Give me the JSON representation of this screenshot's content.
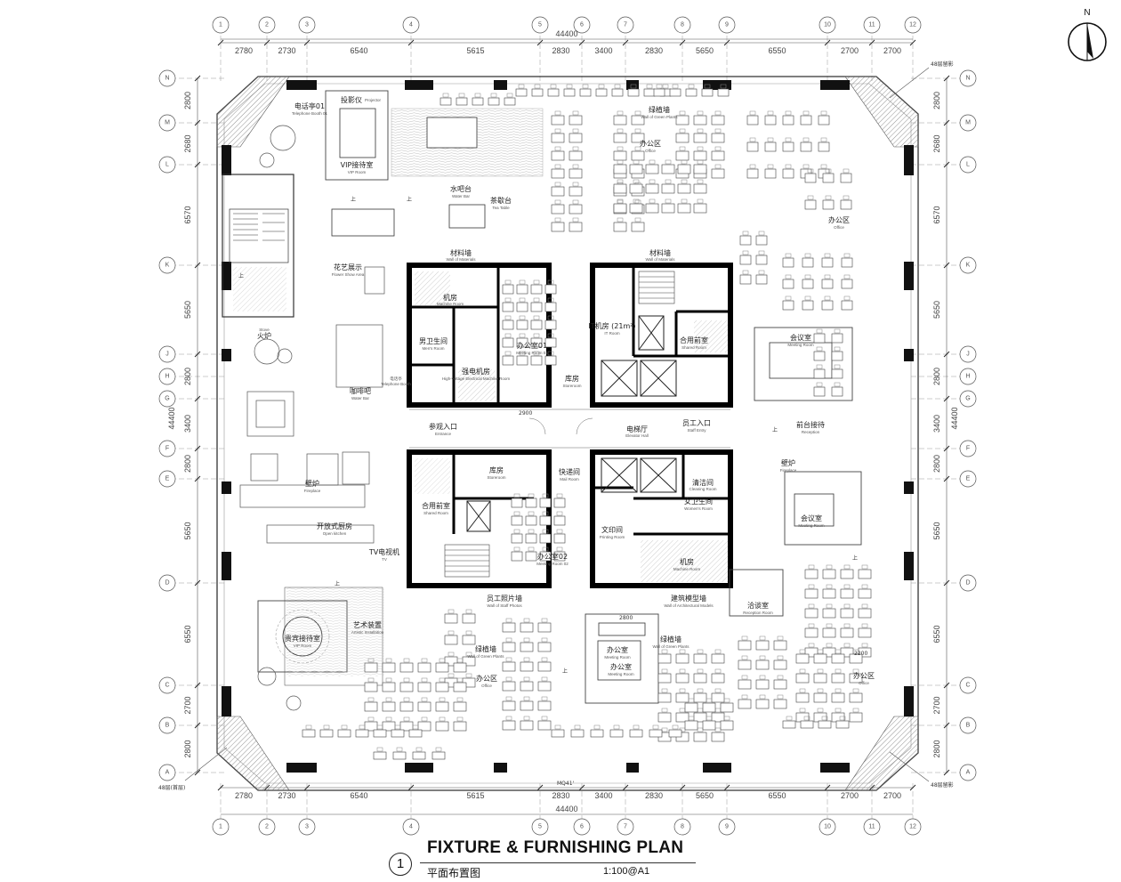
{
  "title": "FIXTURE & FURNISHING PLAN",
  "title_cn": "平面布置图",
  "drawing_number": "1",
  "scale": "1:100@A1",
  "north": "N",
  "total_width_label": "44400",
  "total_height_label": "44400",
  "column_labels": [
    "1",
    "2",
    "3",
    "4",
    "5",
    "6",
    "7",
    "8",
    "9",
    "10",
    "11",
    "12"
  ],
  "row_labels": [
    "N",
    "M",
    "L",
    "K",
    "J",
    "H",
    "G",
    "F",
    "E",
    "D",
    "C",
    "B",
    "A"
  ],
  "dims_horizontal": [
    "2780",
    "2730",
    "6540",
    "5615",
    "2830",
    "3400",
    "2830",
    "5650",
    "6550",
    "2700",
    "2700"
  ],
  "dims_vertical": [
    "2800",
    "2680",
    "6570",
    "5650",
    "2800",
    "3400",
    "2800",
    "5650",
    "6550",
    "2700",
    "2800"
  ],
  "notes": {
    "top_right": "48层留影",
    "bottom_left": "48层(首层)",
    "bottom_right": "48层留影",
    "bottom_center": "MQ41'",
    "dim_2900": "2900",
    "dim_2200": "2200",
    "dim_2800": "2800",
    "up": "上"
  },
  "rooms": [
    {
      "cn": "电话亭01",
      "en": "Telephone Booth 01"
    },
    {
      "cn": "投影仪",
      "en": "Projector"
    },
    {
      "cn": "VIP接待室",
      "en": "VIP Room"
    },
    {
      "cn": "水吧台",
      "en": "Water Bar"
    },
    {
      "cn": "茶歇台",
      "en": "Tea Table"
    },
    {
      "cn": "绿植墙",
      "en": "Wall of Green Plants"
    },
    {
      "cn": "办公区",
      "en": "Office"
    },
    {
      "cn": "办公区",
      "en": "Office"
    },
    {
      "cn": "材料墙",
      "en": "Wall of Materials"
    },
    {
      "cn": "材料墙",
      "en": "Wall of Materials"
    },
    {
      "cn": "花艺展示",
      "en": "Flower Show Area"
    },
    {
      "cn": "机房",
      "en": "Machine Room"
    },
    {
      "cn": "男卫生间",
      "en": "Men's Room"
    },
    {
      "cn": "强电机房",
      "en": "High-voltage Electrical Machine Room"
    },
    {
      "cn": "办公室01",
      "en": "Meeting Room 01"
    },
    {
      "cn": "IT机房 (21m²)",
      "en": "IT Room"
    },
    {
      "cn": "库房",
      "en": "Storeroom"
    },
    {
      "cn": "合用前室",
      "en": "Shared Room"
    },
    {
      "cn": "会议室",
      "en": "Meeting Room"
    },
    {
      "cn": "火炉",
      "en": "Stove"
    },
    {
      "cn": "咖啡吧",
      "en": "Water Bar"
    },
    {
      "cn": "电话亭",
      "en": "Telephone Booth"
    },
    {
      "cn": "参观入口",
      "en": "Entrance"
    },
    {
      "cn": "电梯厅",
      "en": "Elevator Hall"
    },
    {
      "cn": "员工入口",
      "en": "Staff Entry"
    },
    {
      "cn": "前台接待",
      "en": "Reception"
    },
    {
      "cn": "壁炉",
      "en": "Fireplace"
    },
    {
      "cn": "壁炉",
      "en": "Fireplace"
    },
    {
      "cn": "库房",
      "en": "Storeroom"
    },
    {
      "cn": "快递间",
      "en": "Mail Room"
    },
    {
      "cn": "清洁间",
      "en": "Cleaning Room"
    },
    {
      "cn": "女卫生间",
      "en": "Women's Room"
    },
    {
      "cn": "会议室",
      "en": "Meeting Room"
    },
    {
      "cn": "合用前室",
      "en": "Shared Room"
    },
    {
      "cn": "开放式厨房",
      "en": "Open kitchen"
    },
    {
      "cn": "办公室02",
      "en": "Meeting Room 02"
    },
    {
      "cn": "文印间",
      "en": "Printing Room"
    },
    {
      "cn": "机房",
      "en": "Machine Room"
    },
    {
      "cn": "TV电视机",
      "en": "TV"
    },
    {
      "cn": "员工照片墙",
      "en": "Wall of Staff Photos"
    },
    {
      "cn": "建筑模型墙",
      "en": "Wall of Architectural Models"
    },
    {
      "cn": "洽谈室",
      "en": "Reception Room"
    },
    {
      "cn": "艺术装置",
      "en": "Artistic Installation"
    },
    {
      "cn": "贵宾接待室",
      "en": "VIP Room"
    },
    {
      "cn": "绿植墙",
      "en": "Wall of Green Plants"
    },
    {
      "cn": "绿植墙",
      "en": "Wall of Green Plants"
    },
    {
      "cn": "办公室",
      "en": "Meeting Room"
    },
    {
      "cn": "办公室",
      "en": "Meeting Room"
    },
    {
      "cn": "办公区",
      "en": "Office"
    },
    {
      "cn": "办公区",
      "en": "Office"
    }
  ]
}
